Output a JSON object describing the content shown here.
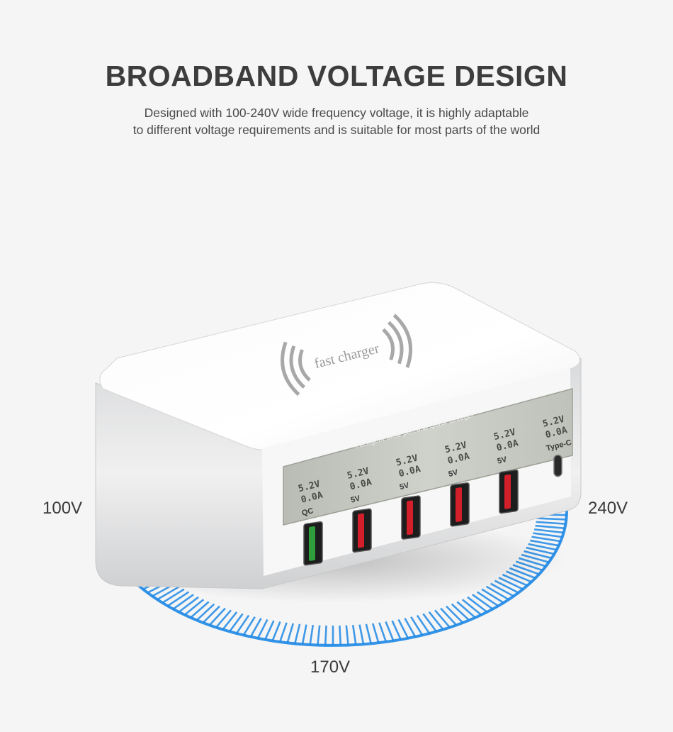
{
  "header": {
    "title": "BROADBAND VOLTAGE DESIGN",
    "subtitle_line1": "Designed with 100-240V wide frequency voltage, it is highly adaptable",
    "subtitle_line2": "to different voltage requirements and is suitable for most parts of the world"
  },
  "voltage_scale": {
    "min_label": "100V",
    "mid_label": "170V",
    "max_label": "240V",
    "color": "#1e88e5"
  },
  "charger": {
    "top_logo_text": "fast charger",
    "panel_title": "Intelligent Multi-port usb Quick Charger",
    "ports": [
      {
        "voltage": "5.2",
        "v_unit": "V",
        "current": "0.0",
        "a_unit": "A",
        "label": "QC",
        "insert_color": "#2e9e3c"
      },
      {
        "voltage": "5.2",
        "v_unit": "V",
        "current": "0.0",
        "a_unit": "A",
        "label": "5V",
        "insert_color": "#d21f2a"
      },
      {
        "voltage": "5.2",
        "v_unit": "V",
        "current": "0.0",
        "a_unit": "A",
        "label": "5V",
        "insert_color": "#d21f2a"
      },
      {
        "voltage": "5.2",
        "v_unit": "V",
        "current": "0.0",
        "a_unit": "A",
        "label": "5V",
        "insert_color": "#d21f2a"
      },
      {
        "voltage": "5.2",
        "v_unit": "V",
        "current": "0.0",
        "a_unit": "A",
        "label": "5V",
        "insert_color": "#d21f2a"
      },
      {
        "voltage": "5.2",
        "v_unit": "V",
        "current": "0.0",
        "a_unit": "A",
        "label": "Type-C",
        "insert_color": "#3a3a3a"
      }
    ]
  }
}
